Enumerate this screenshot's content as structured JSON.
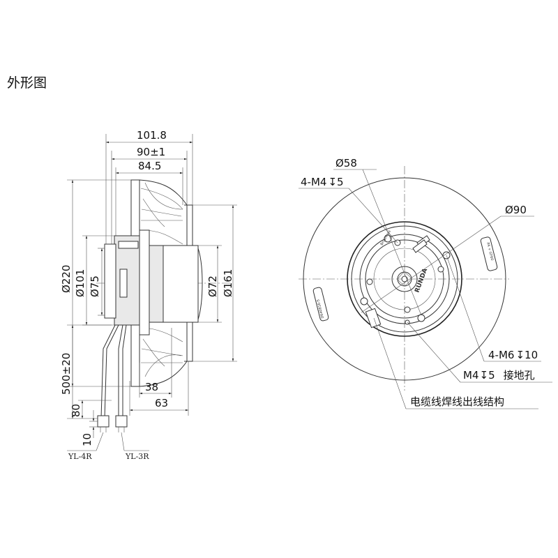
{
  "title": "外形图",
  "side_view": {
    "dim_overall_length": "101.8",
    "dim_body_length": "90±1",
    "dim_impeller_length": "84.5",
    "dim_diameter_outer": "Ø220",
    "dim_diameter_101": "Ø101",
    "dim_diameter_75": "Ø75",
    "dim_diameter_72": "Ø72",
    "dim_diameter_161": "Ø161",
    "dim_cable_length": "500±20",
    "dim_80": "80",
    "dim_10": "10",
    "dim_38": "38",
    "dim_63": "63",
    "connector_left": "YL-4R",
    "connector_right": "YL-3R"
  },
  "front_view": {
    "label_d58": "Ø58",
    "label_m4_holes": "4-M4",
    "label_m4_depth": "5",
    "label_d90": "Ø90",
    "label_m6_holes": "4-M6",
    "label_m6_depth": "10",
    "label_ground": "M4",
    "label_ground_depth": "5",
    "label_ground_text": "接地孔",
    "label_cable": "电缆线焊线出线结构",
    "rating_plate": "PA + GF60",
    "stamp_left": "D640816-S"
  }
}
